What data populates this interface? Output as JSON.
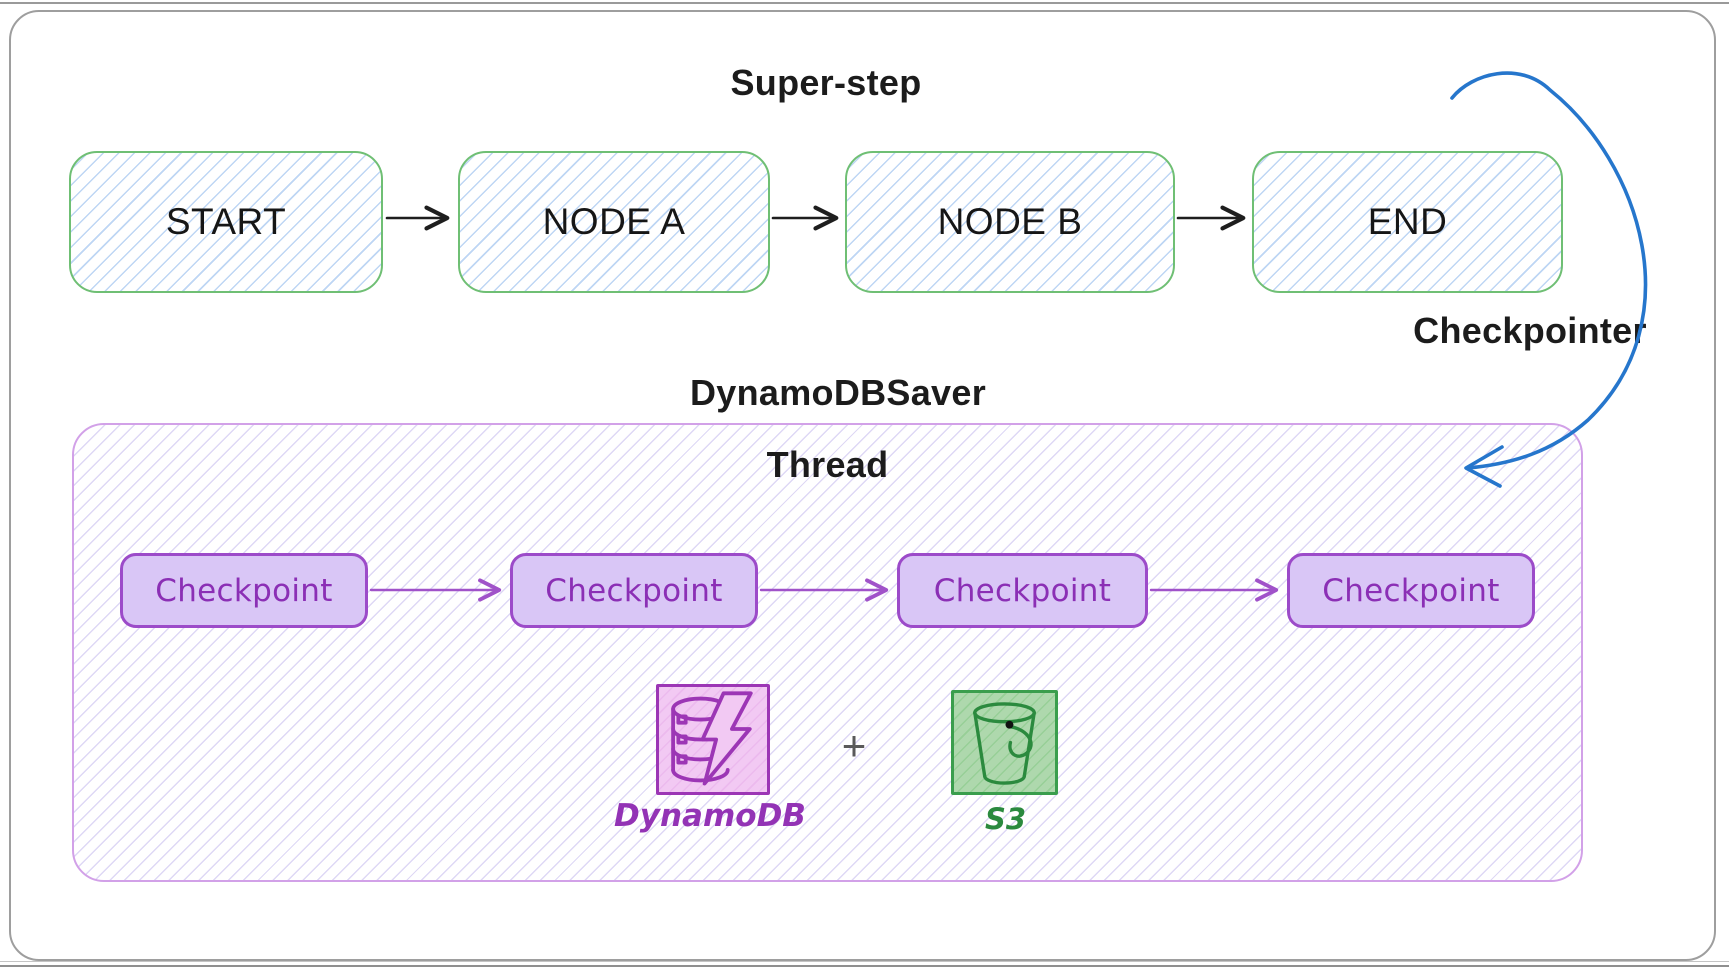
{
  "titles": {
    "super_step": "Super-step",
    "checkpointer": "Checkpointer",
    "saver": "DynamoDBSaver",
    "thread": "Thread"
  },
  "flow": {
    "nodes": [
      {
        "label": "START"
      },
      {
        "label": "NODE A"
      },
      {
        "label": "NODE B"
      },
      {
        "label": "END"
      }
    ],
    "edges": [
      [
        "START",
        "NODE A"
      ],
      [
        "NODE A",
        "NODE B"
      ],
      [
        "NODE B",
        "END"
      ]
    ]
  },
  "thread": {
    "checkpoints": [
      {
        "label": "Checkpoint"
      },
      {
        "label": "Checkpoint"
      },
      {
        "label": "Checkpoint"
      },
      {
        "label": "Checkpoint"
      }
    ],
    "storage": {
      "dynamodb_label": "DynamoDB",
      "plus": "+",
      "s3_label": "S3"
    }
  },
  "icons": {
    "dynamodb": "database-with-lightning-bolt-icon",
    "s3": "bucket-icon",
    "checkpointer": "curved-arrow-icon"
  },
  "colors": {
    "node_border": "#6fbf74",
    "node_hatch": "#bed6f4",
    "thread_border": "#d2a1e8",
    "thread_hatch": "#ded8f5",
    "checkpoint_fill": "#d9c6f6",
    "checkpoint_border": "#9c4bc9",
    "checkpoint_text": "#8b2fb5",
    "dynamodb_fill": "#f2c9f3",
    "dynamodb_stroke": "#9c36b5",
    "s3_fill": "#aed8ad",
    "s3_stroke": "#2b8a3e",
    "arrow_black": "#1e1e1e",
    "arrow_purple": "#a052c9",
    "arrow_blue": "#2676cc",
    "frame_border": "#9e9e9e",
    "text": "#1c1c1c"
  }
}
